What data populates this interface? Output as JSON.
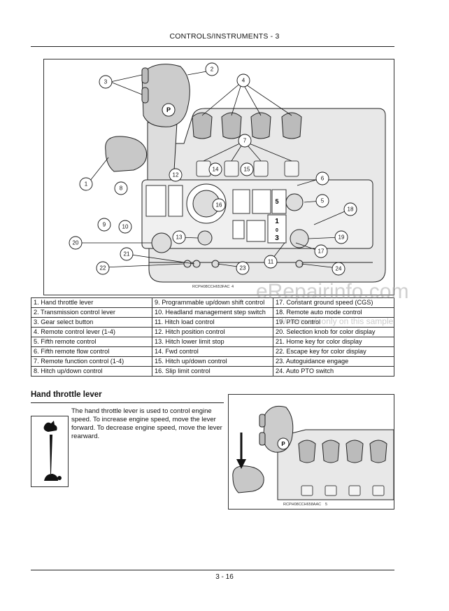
{
  "header": {
    "title": "CONTROLS/INSTRUMENTS - 3"
  },
  "figure1": {
    "caption_code": "RCPH08CCH653FAC",
    "caption_num": "4",
    "callouts": [
      "1",
      "2",
      "3",
      "4",
      "5",
      "6",
      "7",
      "8",
      "9",
      "10",
      "11",
      "12",
      "13",
      "14",
      "15",
      "16",
      "17",
      "18",
      "19",
      "20",
      "21",
      "22",
      "23",
      "24"
    ],
    "panel_digits": [
      "5",
      "1",
      "0",
      "3"
    ]
  },
  "legend": {
    "rows": [
      [
        "1. Hand throttle lever",
        "9. Programmable up/down shift control",
        "17. Constant ground speed (CGS)"
      ],
      [
        "2. Transmission control lever",
        "10. Headland management step switch",
        "18. Remote auto mode control"
      ],
      [
        "3. Gear select button",
        "11. Hitch load control",
        "19. PTO control"
      ],
      [
        "4. Remote control lever (1-4)",
        "12. Hitch position control",
        "20. Selection knob for color display"
      ],
      [
        "5. Fifth remote control",
        "13. Hitch lower limit stop",
        "21. Home key for color display"
      ],
      [
        "6. Fifth remote flow control",
        "14. Fwd control",
        "22. Escape key for color display"
      ],
      [
        "7. Remote function control (1-4)",
        "15. Hitch up/down control",
        "23. Autoguidance engage"
      ],
      [
        "8. Hitch up/down control",
        "16. Slip limit control",
        "24. Auto PTO switch"
      ]
    ]
  },
  "section": {
    "title": "Hand throttle lever",
    "body": "The hand throttle lever is used to control engine speed. To increase engine speed, move the lever forward. To decrease engine speed, move the lever rearward."
  },
  "figure2": {
    "caption_code": "RCPH08CCH658AAC",
    "caption_num": "5",
    "p_label": "P"
  },
  "footer": {
    "page": "3 - 16"
  },
  "watermark": {
    "main": "eRepairinfo.com",
    "sub": "Watermark only on this sample"
  }
}
